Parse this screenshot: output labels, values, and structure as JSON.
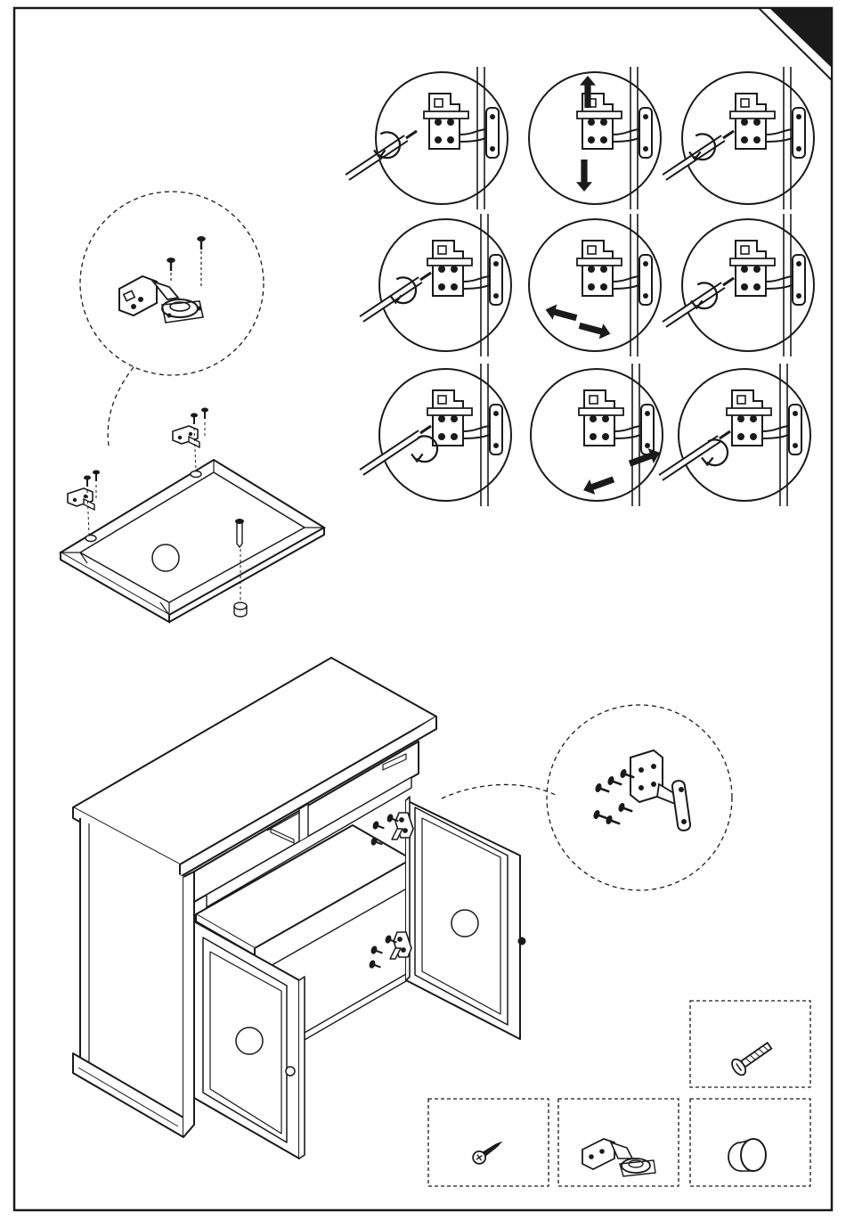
{
  "page": {
    "background": "#ffffff",
    "ink": "#1a1a1a",
    "corner_tab_color": "#1a1a1a"
  },
  "hinge_adjustment_grid": {
    "rows": 3,
    "cols": 3,
    "cells": [
      {
        "row": 1,
        "col": 1,
        "tool": "screwdriver-left",
        "arrows": "none"
      },
      {
        "row": 1,
        "col": 2,
        "tool": "none",
        "arrows": "vertical"
      },
      {
        "row": 1,
        "col": 3,
        "tool": "screwdriver-left",
        "arrows": "none"
      },
      {
        "row": 2,
        "col": 1,
        "tool": "screwdriver-left",
        "arrows": "none"
      },
      {
        "row": 2,
        "col": 2,
        "tool": "none",
        "arrows": "horizontal"
      },
      {
        "row": 2,
        "col": 3,
        "tool": "screwdriver-left",
        "arrows": "none"
      },
      {
        "row": 3,
        "col": 1,
        "tool": "screwdriver-left",
        "arrows": "none"
      },
      {
        "row": 3,
        "col": 2,
        "tool": "none",
        "arrows": "diagonal"
      },
      {
        "row": 3,
        "col": 3,
        "tool": "screwdriver-left",
        "arrows": "none"
      }
    ]
  },
  "parts_legend": [
    {
      "name": "machine-screw",
      "icon": "machine-screw-icon"
    },
    {
      "name": "wood-screw",
      "icon": "wood-screw-icon"
    },
    {
      "name": "hinge",
      "icon": "hinge-icon"
    },
    {
      "name": "knob",
      "icon": "knob-icon"
    }
  ]
}
